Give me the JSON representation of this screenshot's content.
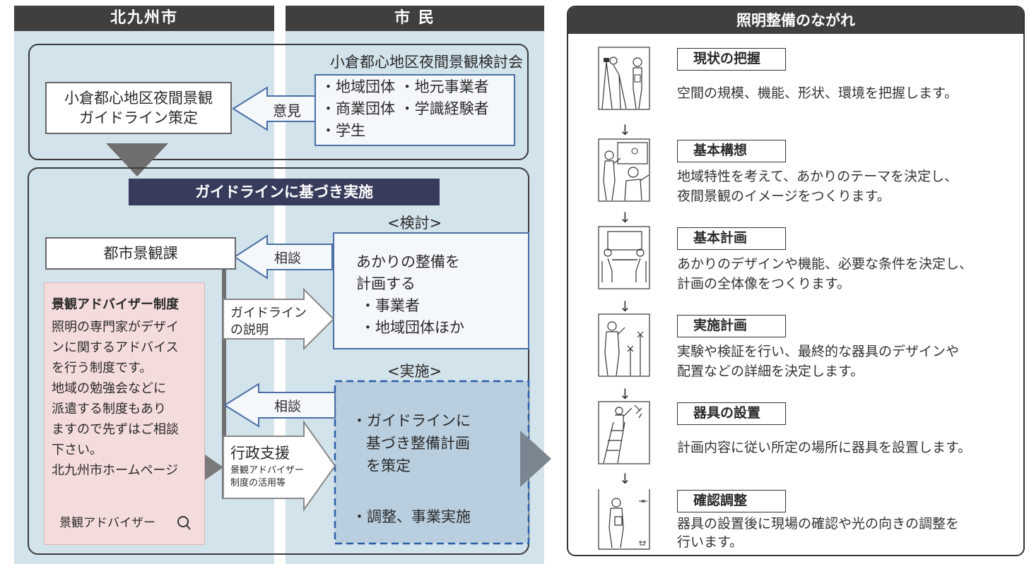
{
  "left": {
    "city_header": "北九州市",
    "citizen_header": "市 民",
    "council": {
      "title": "小倉都心地区夜間景観検討会",
      "members": [
        "・地域団体 ・地元事業者",
        "・商業団体 ・学識経験者",
        "・学生"
      ]
    },
    "guideline_box": [
      "小倉都心地区夜間景観",
      "ガイドライン策定"
    ],
    "opinion_label": "意見",
    "implement_banner": "ガイドラインに基づき実施",
    "review_label": "<検討>",
    "urban_dept": "都市景観課",
    "consult_label_1": "相談",
    "plan_box": {
      "lines": [
        "あかりの整備を",
        "計画する"
      ],
      "items": [
        "・事業者",
        "・地域団体ほか"
      ]
    },
    "guideline_explain": [
      "ガイドライン",
      "の説明"
    ],
    "advisor": {
      "title": "景観アドバイザー制度",
      "lines": [
        "照明の専門家がデザイ",
        "ンに関するアドバイス",
        "を行う制度です。",
        "地域の勉強会などに",
        "派遣する制度もあり",
        "ますので先ずはご相談",
        "下さい。",
        "北九州市ホームページ"
      ],
      "search_text": "景観アドバイザー"
    },
    "implement_label": "<実施>",
    "consult_label_2": "相談",
    "admin_support": {
      "title": "行政支援",
      "sub": [
        "景観アドバイザー",
        "制度の活用等"
      ]
    },
    "impl_box": {
      "lines": [
        "・ガイドラインに",
        "基づき整備計画",
        "を策定"
      ],
      "last": "・調整、事業実施"
    }
  },
  "right": {
    "header": "照明整備のながれ",
    "steps": [
      {
        "title": "現状の把握",
        "desc": [
          "空間の規模、機能、形状、環境を把握します。"
        ],
        "icon": "survey-person-icon"
      },
      {
        "title": "基本構想",
        "desc": [
          "地域特性を考えて、あかりのテーマを決定し、",
          "夜間景観のイメージをつくります。"
        ],
        "icon": "presentation-icon"
      },
      {
        "title": "基本計画",
        "desc": [
          "あかりのデザインや機能、必要な条件を決定し、",
          "計画の全体像をつくります。"
        ],
        "icon": "meeting-icon"
      },
      {
        "title": "実施計画",
        "desc": [
          "実験や検証を行い、最終的な器具のデザインや",
          "配置などの詳細を決定します。"
        ],
        "icon": "experiment-icon"
      },
      {
        "title": "器具の設置",
        "desc": [
          "計画内容に従い所定の場所に器具を設置します。"
        ],
        "icon": "installation-icon"
      },
      {
        "title": "確認調整",
        "desc": [
          "器具の設置後に現場の確認や光の向きの調整を",
          "行います。"
        ],
        "icon": "inspection-icon"
      }
    ],
    "down_arrow": "↓"
  }
}
